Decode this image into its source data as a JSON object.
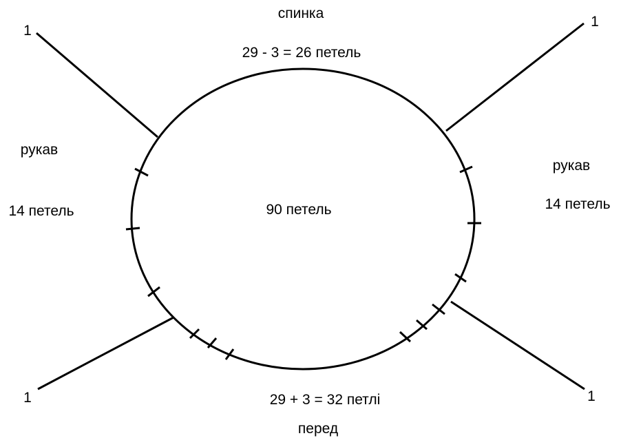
{
  "labels": {
    "back": "спинка",
    "back_count": "29 - 3 = 26 петель",
    "total": "90 петель",
    "left_sleeve": "рукав",
    "left_sleeve_count": "14 петель",
    "right_sleeve": "рукав",
    "right_sleeve_count": "14 петель",
    "front_count": "29 + 3 = 32 петлі",
    "front": "перед",
    "raglan_top_left": "1",
    "raglan_top_right": "1",
    "raglan_bottom_left": "1",
    "raglan_bottom_right": "1"
  },
  "colors": {
    "stroke": "#000000",
    "background": "#ffffff"
  }
}
